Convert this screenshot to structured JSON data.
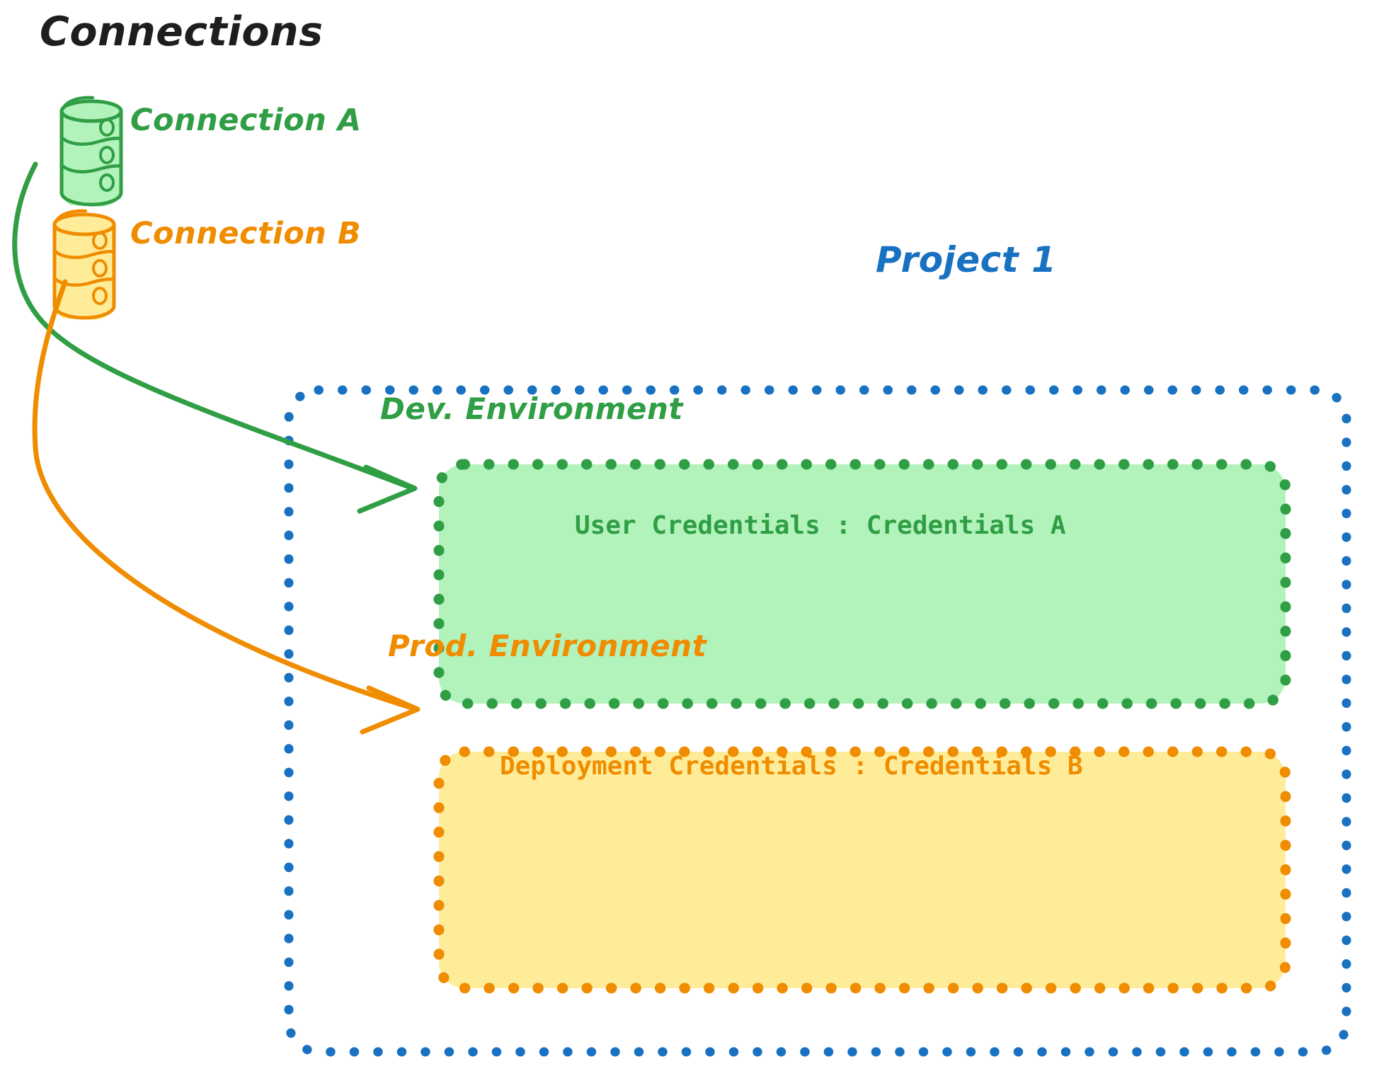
{
  "diagram": {
    "title": "Connections",
    "title_color": "#1e1e1e",
    "background": "#ffffff"
  },
  "connections": {
    "heading": "Connections",
    "items": [
      {
        "label": "Connection A",
        "icon": "database-cylinder-icon",
        "stroke_color": "#2f9e44",
        "fill_color": "#b2f2bb"
      },
      {
        "label": "Connection B",
        "icon": "database-cylinder-icon",
        "stroke_color": "#f08c00",
        "fill_color": "#ffec99"
      }
    ]
  },
  "project": {
    "label": "Project 1",
    "border_color": "#1971c2",
    "environments": [
      {
        "name": "Dev. Environment",
        "credential_label": "User Credentials",
        "credential_separator": ":",
        "credential_value": "Credentials A",
        "credential_text": "User Credentials : Credentials A",
        "stroke_color": "#2f9e44",
        "fill_color": "#b2f2bb"
      },
      {
        "name": "Prod. Environment",
        "credential_label": "Deployment Credentials",
        "credential_separator": ":",
        "credential_value": "Credentials B",
        "credential_text": "Deployment Credentials : Credentials B",
        "stroke_color": "#f08c00",
        "fill_color": "#ffec99"
      }
    ]
  },
  "arrows": [
    {
      "name": "connection-a-to-dev-environment",
      "from": "Connection A",
      "to": "Dev. Environment",
      "color": "#2f9e44"
    },
    {
      "name": "connection-b-to-prod-environment",
      "from": "Connection B",
      "to": "Prod. Environment",
      "color": "#f08c00"
    }
  ]
}
